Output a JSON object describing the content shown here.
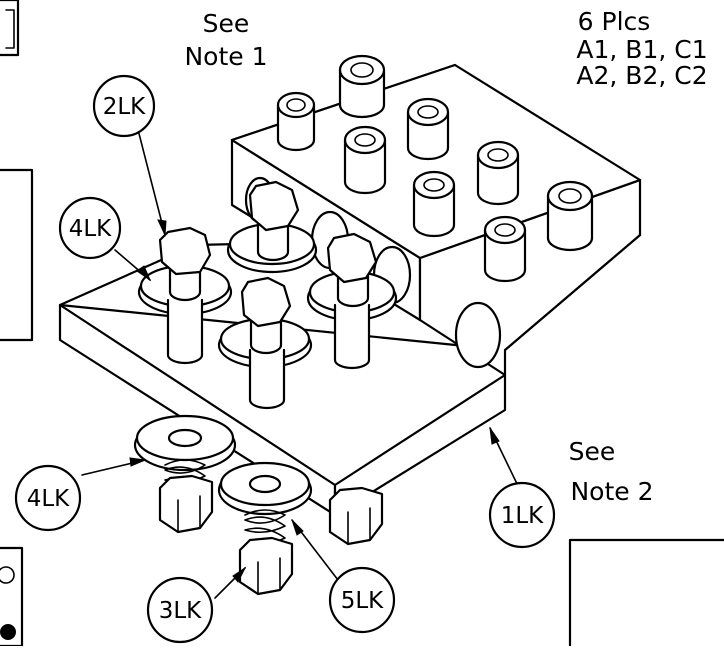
{
  "notes": {
    "note1_line1": "See",
    "note1_line2": "Note 1",
    "note2_line1": "See",
    "note2_line2": "Note 2",
    "plcs_line1": "6 Plcs",
    "plcs_line2": "A1, B1, C1",
    "plcs_line3": "A2, B2, C2"
  },
  "balloons": {
    "b_2lk": "2LK",
    "b_4lk_top": "4LK",
    "b_4lk_bottom": "4LK",
    "b_3lk": "3LK",
    "b_5lk": "5LK",
    "b_1lk": "1LK"
  }
}
